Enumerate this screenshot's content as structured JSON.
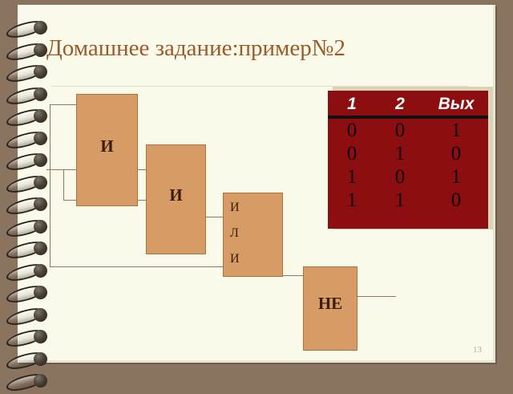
{
  "slide": {
    "title": "Домашнее задание:пример№2",
    "page_number": "13",
    "colors": {
      "background": "#8a7460",
      "page": "#fafaea",
      "title_text": "#9c5a28",
      "gate_fill": "#d79c66",
      "gate_border": "#a9743f",
      "gate_text": "#3b1d06",
      "table_bg": "#8d0e10",
      "table_header_text": "#ffffff",
      "table_cell_text": "#0d0d0d",
      "wire": "#8c7a5e",
      "page_number_text": "#b3ac93"
    }
  },
  "binding": {
    "ring_count": 17,
    "icon": "spiral-ring-icon"
  },
  "truth_table": {
    "headers": [
      "1",
      "2",
      "Вых"
    ],
    "rows": [
      [
        "0",
        "0",
        "1"
      ],
      [
        "0",
        "1",
        "0"
      ],
      [
        "1",
        "0",
        "1"
      ],
      [
        "1",
        "1",
        "0"
      ]
    ]
  },
  "circuit": {
    "gates": [
      {
        "id": "and-1",
        "label": "И",
        "type": "and-gate"
      },
      {
        "id": "and-2",
        "label": "И",
        "type": "and-gate"
      },
      {
        "id": "or",
        "label_lines": [
          "И",
          "Л",
          "И"
        ],
        "label": "ИЛИ",
        "type": "or-gate"
      },
      {
        "id": "not",
        "label": "НЕ",
        "type": "not-gate"
      }
    ]
  },
  "chart_data": {
    "type": "table",
    "title": "Домашнее задание:пример№2",
    "columns": [
      "1",
      "2",
      "Вых"
    ],
    "rows": [
      {
        "1": 0,
        "2": 0,
        "Вых": 1
      },
      {
        "1": 0,
        "2": 1,
        "Вых": 0
      },
      {
        "1": 1,
        "2": 0,
        "Вых": 1
      },
      {
        "1": 1,
        "2": 1,
        "Вых": 0
      }
    ],
    "annotations": [
      "И",
      "И",
      "ИЛИ",
      "НЕ"
    ]
  }
}
